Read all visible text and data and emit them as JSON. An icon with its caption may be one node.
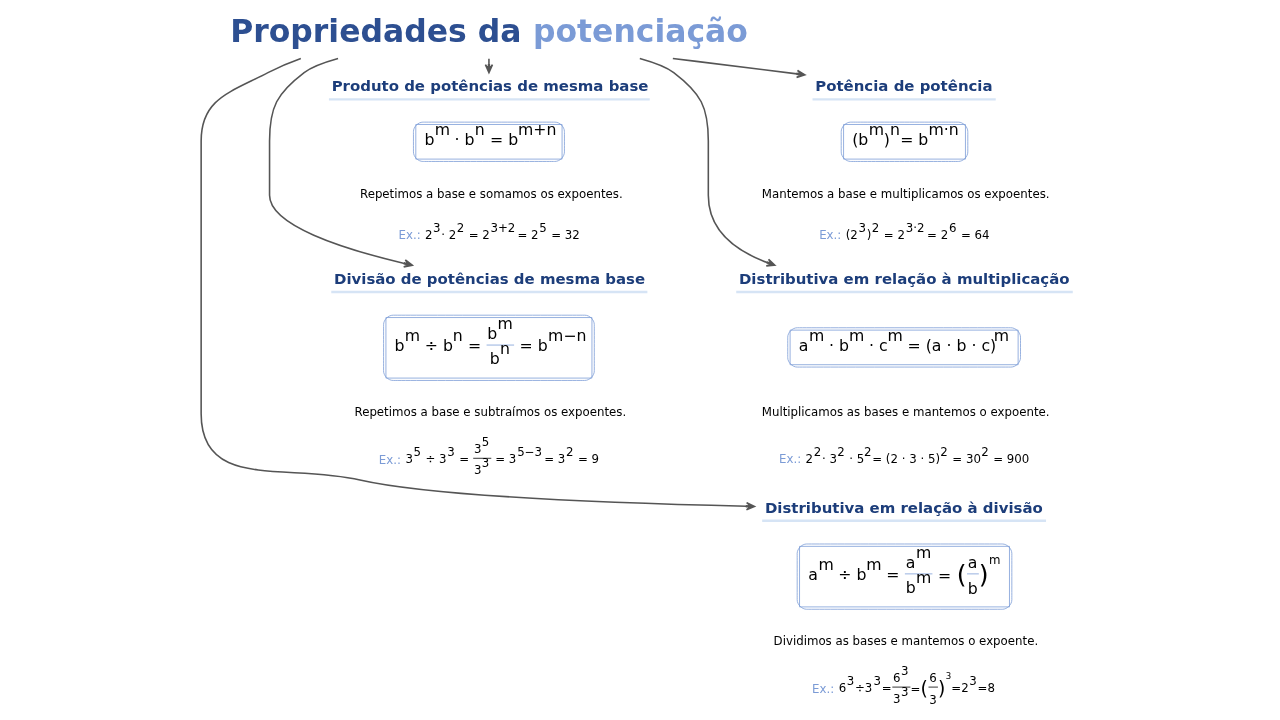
{
  "diagram": {
    "nodes": [
      {
        "text": [
          "Propriedades da potenciação"
        ]
      },
      {
        "text": [
          "Potência de potência"
        ]
      },
      {
        "text": [
          "(b$^{m}$)$^{n}$= b$^{m·n}$"
        ],
        "beside": [
          "Mantemos a base e multiplicamos os expoentes.",
          "Ex.: (2$^{3}$)$^{2}$ = 2$^{3·2}$ = 2$^{6}$ = 64"
        ]
      },
      {
        "text": [
          "Produto de potências de mesma base"
        ]
      },
      {
        "text": [
          "b$^{m}$ · b$^{n}$ = b$^{m+n}$"
        ],
        "beside": [
          "Repetimos a base e somamos os expoentes.",
          "Ex.: 2$^{3}$· 2$^{2}$ = 2$^{3+2}$ = 2$^{5}$ = 32"
        ]
      },
      {
        "text": [
          "Distributiva em relação à multiplicação"
        ]
      },
      {
        "text": [
          "a$^{m}$ · b$^{m}$ · c$^{m}$ = (a · b · c)$^{m}$"
        ],
        "beside": [
          "Multiplicamos as bases e mantemos o expoente.",
          "Ex.: 2$^{2}$· 3$^{2}$ · 5$^{2}$= (2 · 3 · 5)$^{2}$ = 30$^{2}$ = 900"
        ]
      },
      {
        "text": [
          "Divisão de potências de mesma base"
        ]
      },
      {
        "text": [
          "b$^{m}$ ÷ b$^{n}$ = b$^{m}$ b$^{n}$ = b$^{m−n}$"
        ],
        "beside": [
          "Repetimos a base e subtraímos os expoentes.",
          "Ex.: 3$^{5}$ ÷ 3$^{3}$ = 3$^{5}$ 3$^{3}$ = 3$^{5−3}$ = 3$^{2}$ = 9"
        ]
      },
      {
        "text": [
          "Distributiva em relação à divisão"
        ]
      },
      {
        "text": [
          "a$^{m}$ ÷ b$^{m}$ = a$^{m}$ b$^{m}$ = (a b)$^{m}$"
        ],
        "beside": [
          "Dividimos as bases e mantemos o expoente.",
          "Ex.: 6$^{3}$÷3$^{3}$=6$^{3}$ 3$^{3}$=(6 3)$^{3}$=2$^{3}$=8"
        ]
      }
    ],
    "edges": [
      {
        "from": 0,
        "to": 1,
        "arrow": "to"
      },
      {
        "from": 0,
        "to": 3,
        "arrow": "to"
      },
      {
        "from": 0,
        "to": 5,
        "arrow": "to"
      },
      {
        "from": 0,
        "to": 7,
        "arrow": "to"
      },
      {
        "from": 0,
        "to": 9,
        "arrow": "to"
      }
    ]
  }
}
